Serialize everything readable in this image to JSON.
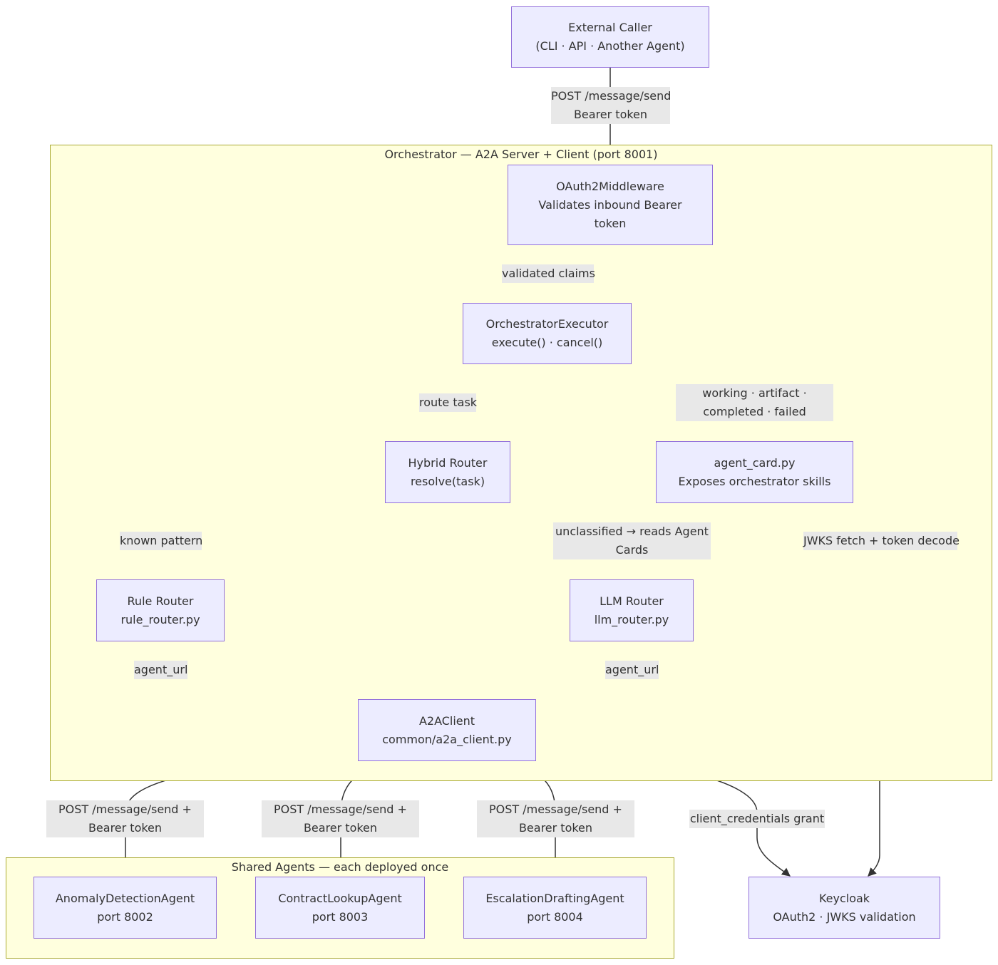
{
  "clusters": {
    "orchestrator": {
      "title": "Orchestrator — A2A Server + Client (port 8001)"
    },
    "shared_agents": {
      "title": "Shared Agents — each deployed once"
    }
  },
  "nodes": {
    "external_caller": {
      "line1": "External Caller",
      "line2": "(CLI · API · Another Agent)"
    },
    "oauth2_middleware": {
      "line1": "OAuth2Middleware",
      "line2": "Validates inbound Bearer",
      "line3": "token"
    },
    "orchestrator_executor": {
      "line1": "OrchestratorExecutor",
      "line2": "execute() · cancel()"
    },
    "hybrid_router": {
      "line1": "Hybrid Router",
      "line2": "resolve(task)"
    },
    "agent_card": {
      "line1": "agent_card.py",
      "line2": "Exposes orchestrator skills"
    },
    "rule_router": {
      "line1": "Rule Router",
      "line2": "rule_router.py"
    },
    "llm_router": {
      "line1": "LLM Router",
      "line2": "llm_router.py"
    },
    "a2a_client": {
      "line1": "A2AClient",
      "line2": "common/a2a_client.py"
    },
    "anomaly_agent": {
      "line1": "AnomalyDetectionAgent",
      "line2": "port 8002"
    },
    "contract_agent": {
      "line1": "ContractLookupAgent",
      "line2": "port 8003"
    },
    "escalation_agent": {
      "line1": "EscalationDraftingAgent",
      "line2": "port 8004"
    },
    "keycloak": {
      "line1": "Keycloak",
      "line2": "OAuth2 · JWKS validation"
    }
  },
  "edge_labels": {
    "caller_to_middleware": {
      "line1": "POST /message/send",
      "line2": "Bearer token"
    },
    "middleware_to_executor": {
      "line1": "validated claims"
    },
    "executor_to_router": {
      "line1": "route task"
    },
    "executor_to_agent_card": {
      "line1": "working · artifact ·",
      "line2": "completed · failed"
    },
    "router_to_rule": {
      "line1": "known pattern"
    },
    "router_to_llm": {
      "line1": "unclassified → reads Agent",
      "line2": "Cards"
    },
    "rule_to_client": {
      "line1": "agent_url"
    },
    "llm_to_client": {
      "line1": "agent_url"
    },
    "client_to_anomaly": {
      "line1": "POST /message/send +",
      "line2": "Bearer token"
    },
    "client_to_contract": {
      "line1": "POST /message/send +",
      "line2": "Bearer token"
    },
    "client_to_escalation": {
      "line1": "POST /message/send +",
      "line2": "Bearer token"
    },
    "client_to_keycloak": {
      "line1": "client_credentials grant"
    },
    "middleware_to_keycloak": {
      "line1": "JWKS fetch + token decode"
    }
  },
  "colors": {
    "node_fill": "#ececff",
    "node_border": "#9370db",
    "cluster_fill": "#ffffde",
    "cluster_border": "#aaaa33",
    "edge": "#333333",
    "label_bg": "#e8e8e8"
  }
}
